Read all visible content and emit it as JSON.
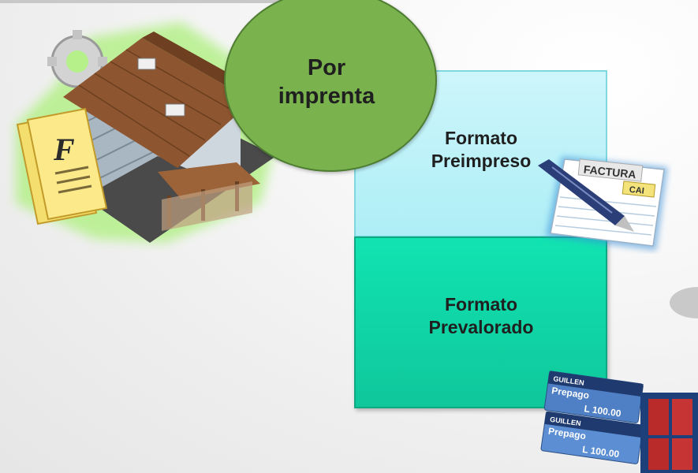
{
  "oval": {
    "line1": "Por",
    "line2": "imprenta"
  },
  "panels": {
    "top": {
      "line1": "Formato",
      "line2": "Preimpreso"
    },
    "bottom": {
      "line1": "Formato",
      "line2": "Prevalorado"
    }
  },
  "factory": {
    "document_letter": "F"
  },
  "invoice": {
    "title": "FACTURA",
    "stamp": "CAI"
  },
  "prepaid": {
    "brand": "GUILLEN",
    "product": "Prepago",
    "amount": "L 100.00"
  },
  "colors": {
    "oval": "#7ab34e",
    "panel_top": "#c3f3f9",
    "panel_bottom": "#10dcaa"
  }
}
